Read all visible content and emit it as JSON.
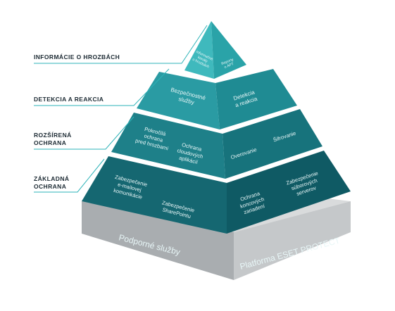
{
  "side_labels": {
    "threat_info": "INFORMÁCIE O HROZBÁCH",
    "detection": "DETEKCIA A REAKCIA",
    "extended_line1": "ROZŠÍRENÁ",
    "extended_line2": "OCHRANA",
    "basic_line1": "ZÁKLADNÁ",
    "basic_line2": "OCHRANA"
  },
  "tiers": {
    "top": {
      "left": [
        "Informačné",
        "kanály",
        "o hrozbách"
      ],
      "right": [
        "Reporty",
        "o APT"
      ]
    },
    "tier2": {
      "left": [
        "Bezpečnostné",
        "služby"
      ],
      "right": [
        "Detekcia",
        "a reakcia"
      ]
    },
    "tier3": {
      "left_a": [
        "Pokročilá",
        "ochrana",
        "pred hrozbami"
      ],
      "left_b": [
        "Ochrana",
        "cloudových",
        "aplikácií"
      ],
      "right_a": [
        "Overovanie"
      ],
      "right_b": [
        "Šifrovanie"
      ]
    },
    "tier4": {
      "left_a": [
        "Zabezpečenie",
        "e-mailovej",
        "komunikácie"
      ],
      "left_b": [
        "Zabezpečenie",
        "SharePointu"
      ],
      "right_a": [
        "Ochrana",
        "koncových",
        "zariadení"
      ],
      "right_b": [
        "Zabezpečenie",
        "súborových",
        "serverov"
      ]
    }
  },
  "base": {
    "left": "Podporné služby",
    "right": "Platforma ESET PROTECT"
  },
  "colors": {
    "teal_top_left": "#3fb9bd",
    "teal_top_right": "#2aa3a8",
    "teal_2_left": "#2a9ba3",
    "teal_2_right": "#1f8b93",
    "teal_3_left": "#1e8089",
    "teal_3_right": "#17737c",
    "teal_4_left": "#156771",
    "teal_4_right": "#0f5a64",
    "base_left": "#a9adb0",
    "base_right": "#c5c8ca",
    "base_top": "#d9dbdc",
    "leader_line": "#2eb3b8"
  }
}
